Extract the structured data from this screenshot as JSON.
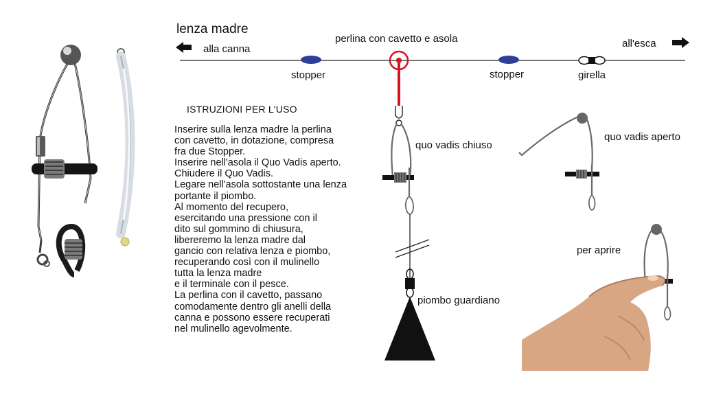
{
  "diagram": {
    "title": "lenza madre",
    "left_direction": "alla canna",
    "right_direction": "all'esca",
    "bead_label": "perlina con cavetto e asola",
    "stopper_left_label": "stopper",
    "stopper_right_label": "stopper",
    "swivel_label": "girella",
    "closed_label": "quo vadis chiuso",
    "open_label": "quo vadis aperto",
    "open_action_label": "per aprire",
    "weight_label": "piombo guardiano",
    "colors": {
      "stopper": "#2e3f9a",
      "bead_ring": "#d8121e",
      "line": "#222222",
      "wire": "#6a6a6a",
      "sleeve": "#111111",
      "skin": "#d9a684"
    }
  },
  "instructions": {
    "heading": "ISTRUZIONI PER L'USO",
    "lines": [
      "Inserire sulla lenza madre la perlina",
      "con cavetto, in dotazione, compresa",
      "fra due Stopper.",
      "Inserire nell'asola il Quo Vadis aperto.",
      "Chiudere il Quo Vadis.",
      "Legare nell'asola sottostante una lenza",
      "portante il piombo.",
      "Al momento del recupero,",
      "esercitando una pressione con il",
      "dito sul gommino di chiusura,",
      "libereremo la lenza madre dal",
      "gancio con relativa lenza e piombo,",
      "recuperando così con il mulinello",
      "tutta la lenza madre",
      "e il terminale con il pesce.",
      "La perlina con il cavetto, passano",
      "comodamente dentro gli anelli della",
      "canna e possono essere recuperati",
      "nel mulinello agevolmente."
    ]
  }
}
